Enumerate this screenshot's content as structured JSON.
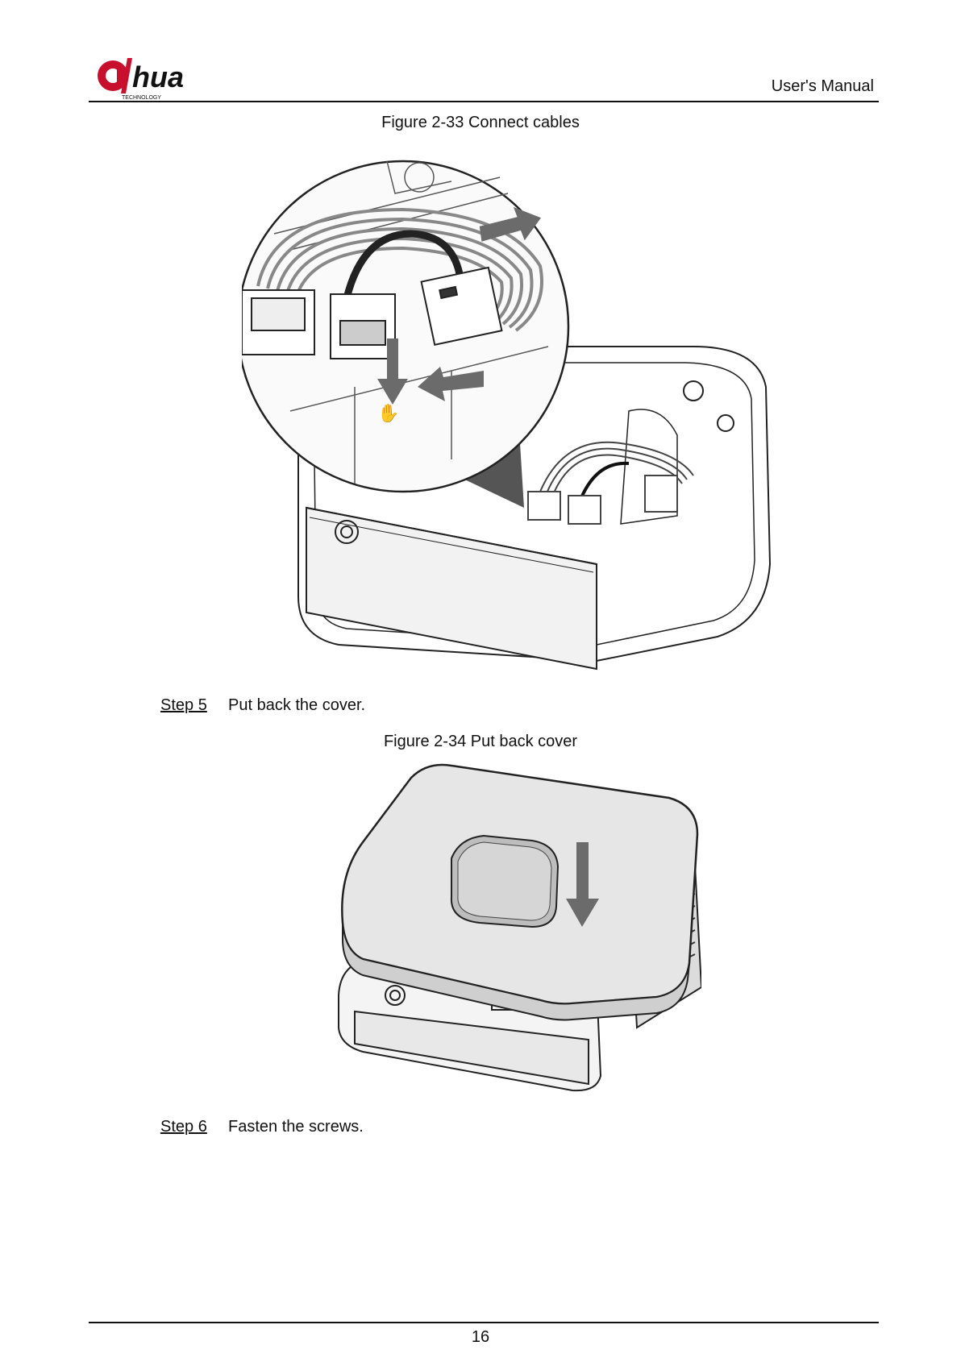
{
  "header": {
    "brand": "alhua",
    "brand_sub": "TECHNOLOGY",
    "title": "User's Manual"
  },
  "figures": [
    {
      "caption": "Figure 2-33 Connect cables"
    },
    {
      "caption": "Figure 2-34 Put back cover"
    }
  ],
  "steps": [
    {
      "label": "Step 5",
      "text": "Put back the cover."
    },
    {
      "label": "Step 6",
      "text": "Fasten the screws."
    }
  ],
  "footer": {
    "page": "16"
  },
  "colors": {
    "brand_red": "#c8102e",
    "arrow_gray": "#6b6b6b"
  }
}
